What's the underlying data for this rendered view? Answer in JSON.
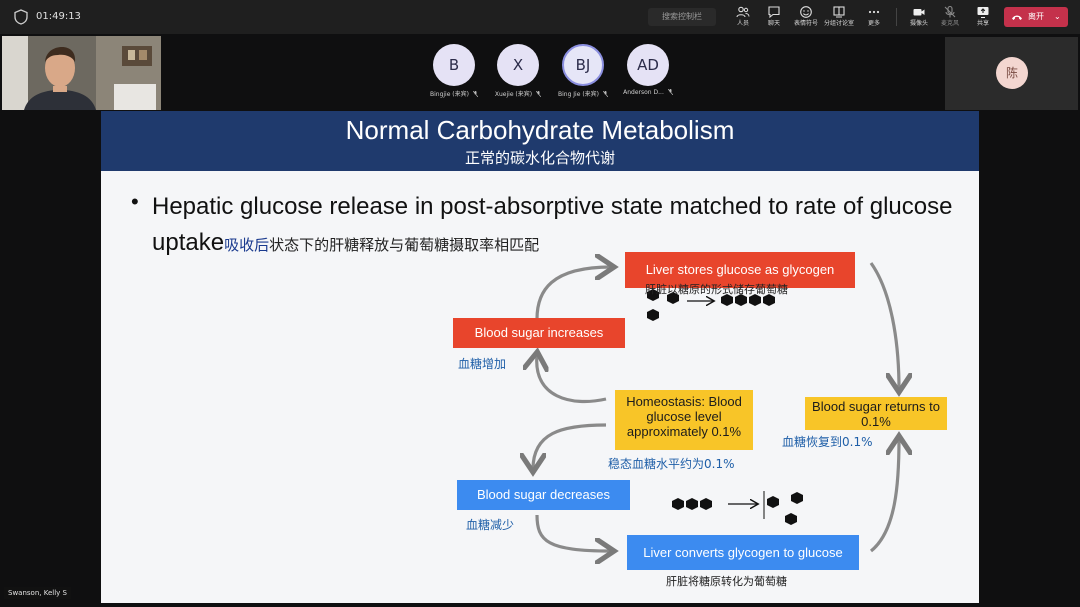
{
  "meeting": {
    "timer": "01:49:13",
    "search_placeholder": "搜索控制栏",
    "toolbar": [
      {
        "id": "people",
        "label": "人员"
      },
      {
        "id": "chat",
        "label": "聊天"
      },
      {
        "id": "react",
        "label": "表情符号"
      },
      {
        "id": "rooms",
        "label": "分组讨论室"
      },
      {
        "id": "more",
        "label": "更多"
      },
      {
        "id": "camera",
        "label": "摄像头"
      },
      {
        "id": "mic",
        "label": "麦克风"
      },
      {
        "id": "share",
        "label": "共享"
      }
    ],
    "leave_label": "离开",
    "leave_color": "#c4314b"
  },
  "participants": [
    {
      "initials": "B",
      "name": "Bingjie (来宾)"
    },
    {
      "initials": "X",
      "name": "Xuejie (来宾)"
    },
    {
      "initials": "BJ",
      "name": "Bing Jie (来宾)"
    },
    {
      "initials": "AD",
      "name": "Anderson D..."
    }
  ],
  "right_tile": {
    "initials": "陈"
  },
  "presenter_name": "Swanson, Kelly S",
  "slide": {
    "title": "Normal Carbohydrate Metabolism",
    "subtitle": "正常的碳水化合物代谢",
    "bullet": "Hepatic glucose release in post-absorptive state matched to rate of glucose uptake",
    "bullet_cn_bold": "吸收后",
    "bullet_cn": "状态下的肝糖释放与葡萄糖摄取率相匹配",
    "diagram": {
      "liver_stores": "Liver stores glucose as glycogen",
      "liver_stores_cn": "肝脏以糖原的形式储存葡萄糖",
      "sugar_increases": "Blood sugar increases",
      "sugar_increases_cn": "血糖增加",
      "homeostasis": "Homeostasis: Blood glucose level approximately 0.1%",
      "homeostasis_cn": "稳态血糖水平约为0.1%",
      "returns": "Blood sugar returns to 0.1%",
      "returns_cn": "血糖恢复到0.1%",
      "sugar_decreases": "Blood sugar decreases",
      "sugar_decreases_cn": "血糖减少",
      "liver_converts": "Liver converts glycogen to glucose",
      "liver_converts_cn": "肝脏将糖原转化为葡萄糖"
    },
    "colors": {
      "header": "#1f3a6d",
      "red": "#e8452c",
      "blue": "#3c8bf0",
      "yellow": "#f8c528"
    }
  }
}
